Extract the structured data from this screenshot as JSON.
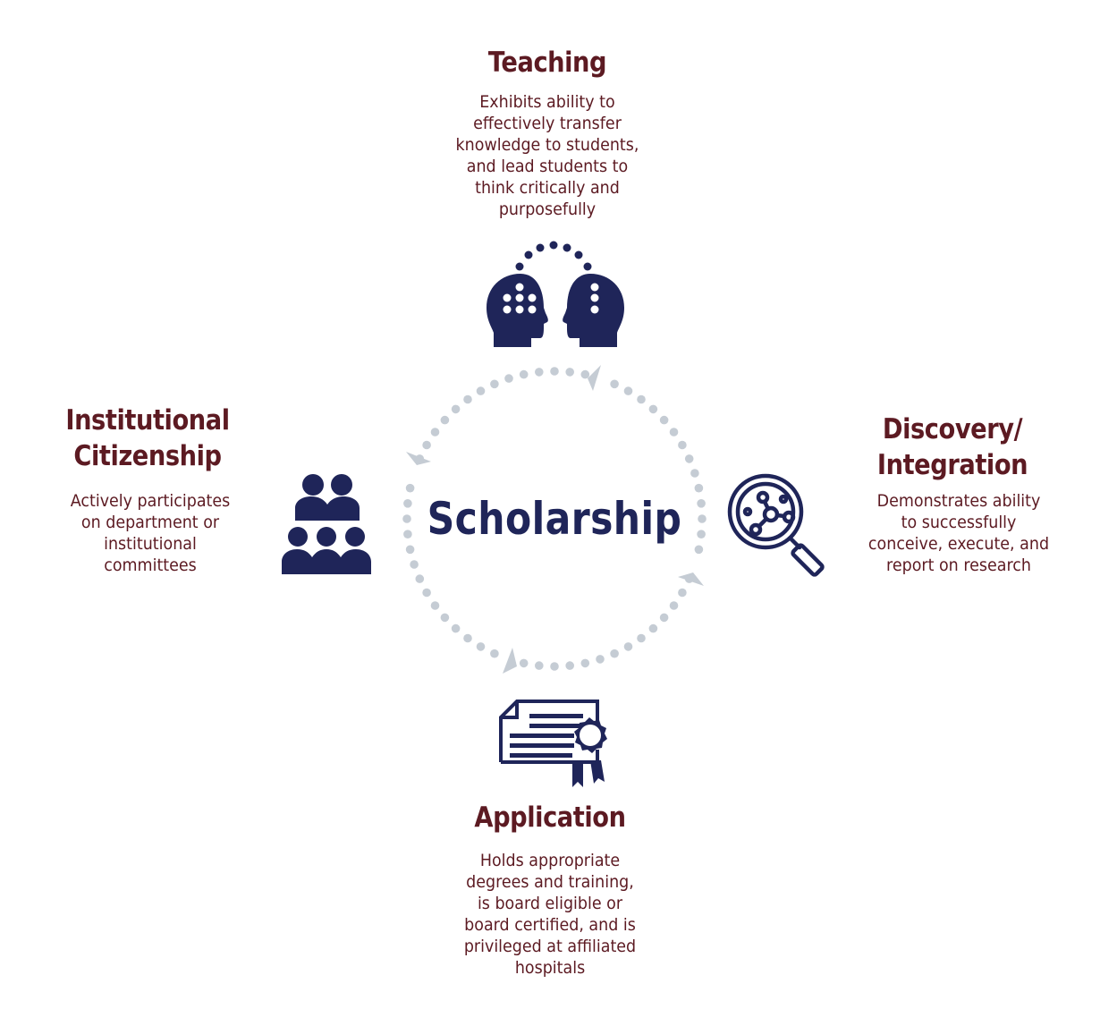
{
  "center": {
    "label": "Scholarship",
    "color": "#1f2559",
    "ring_color": "#c5ccd4"
  },
  "colors": {
    "heading": "#5c1a22",
    "icon": "#1f2559",
    "ring": "#c5ccd4"
  },
  "pillars": {
    "teaching": {
      "title": "Teaching",
      "description": "Exhibits ability to\neffectively transfer\nknowledge to students,\nand lead students to\nthink critically and\npurposefully",
      "icon": "two-heads-knowledge-transfer-icon"
    },
    "discovery": {
      "title_line1": "Discovery/",
      "title_line2": "Integration",
      "description": "Demonstrates ability\nto successfully\nconceive, execute, and\nreport on research",
      "icon": "magnifier-molecule-icon"
    },
    "application": {
      "title": "Application",
      "description": "Holds appropriate\ndegrees and training,\nis board eligible or\nboard certified, and is\nprivileged at affiliated\nhospitals",
      "icon": "certificate-ribbon-icon"
    },
    "citizenship": {
      "title_line1": "Institutional",
      "title_line2": "Citizenship",
      "description": "Actively participates\non department or\ninstitutional\ncommittees",
      "icon": "group-of-people-icon"
    }
  }
}
